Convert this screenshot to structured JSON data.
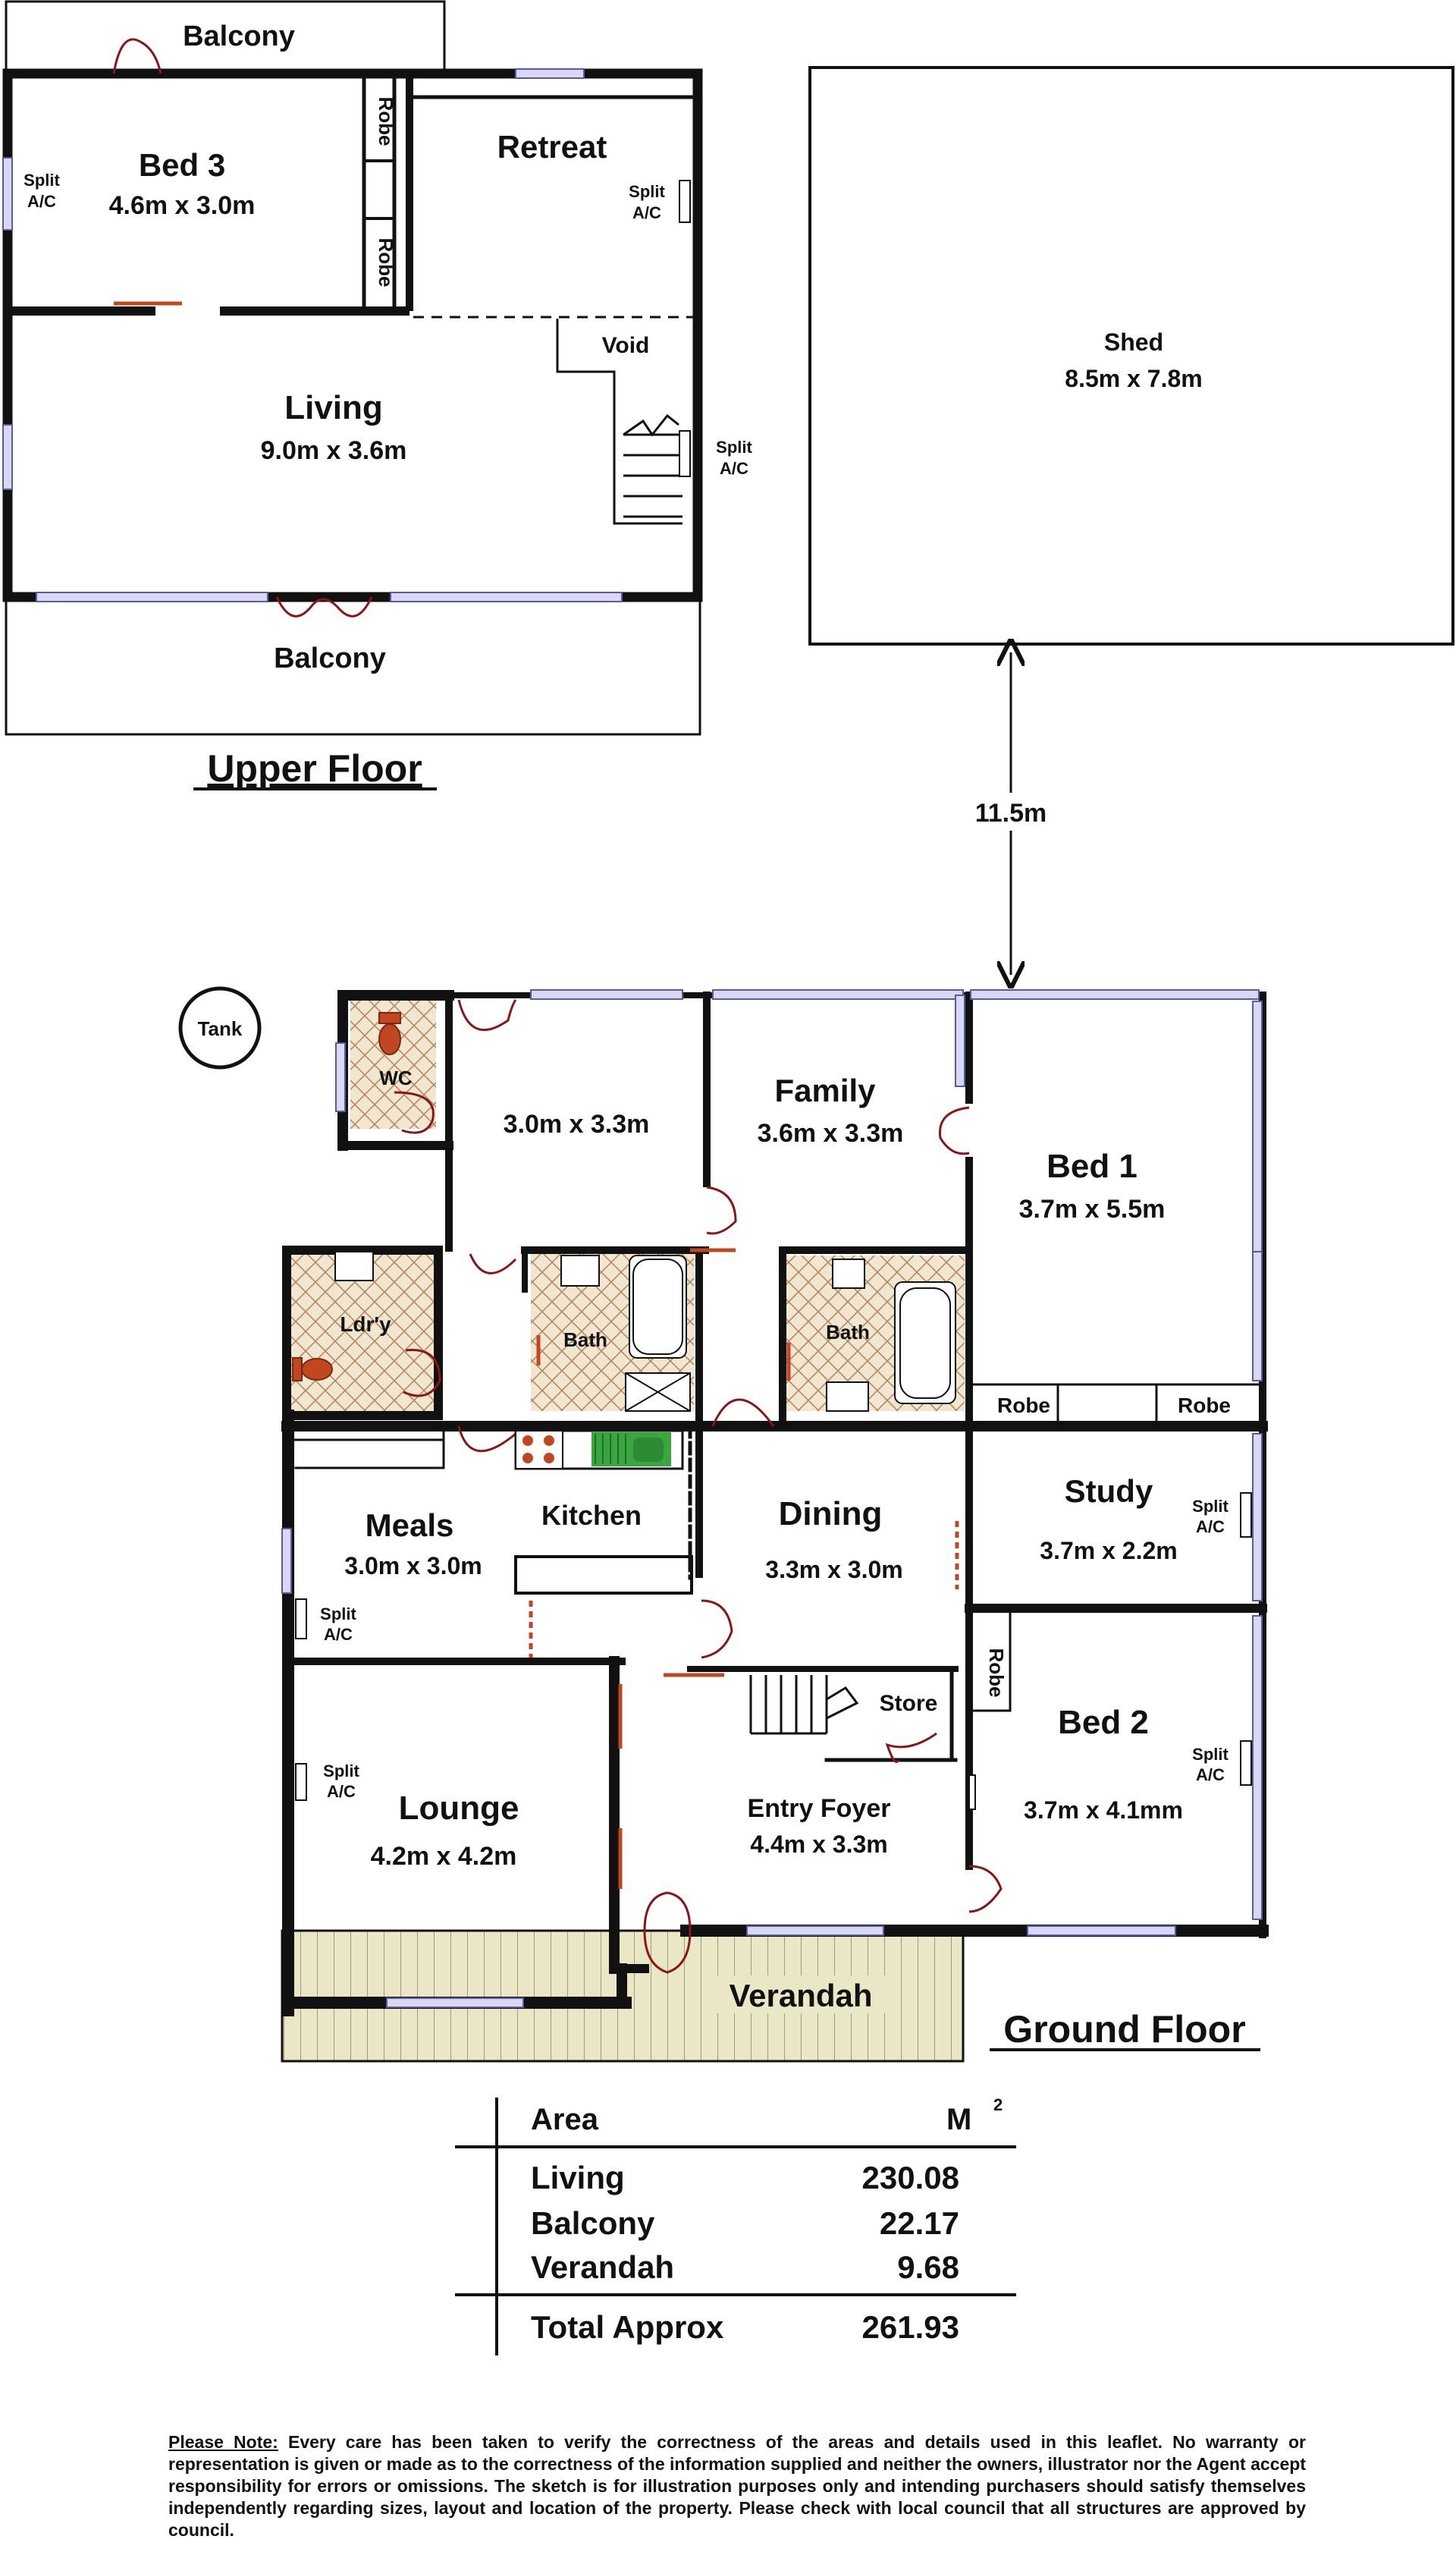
{
  "upper": {
    "heading": "Upper Floor",
    "balcony_top": "Balcony",
    "balcony_bottom": "Balcony",
    "bed3": {
      "name": "Bed 3",
      "size": "4.6m x 3.0m"
    },
    "retreat": {
      "name": "Retreat"
    },
    "living": {
      "name": "Living",
      "size": "9.0m x 3.6m"
    },
    "void": "Void",
    "robe": "Robe",
    "split": "Split",
    "ac": "A/C"
  },
  "shed": {
    "name": "Shed",
    "size": "8.5m x 7.8m"
  },
  "distance": "11.5m",
  "ground": {
    "heading": "Ground Floor",
    "tank": "Tank",
    "wc": "WC",
    "room_a_size": "3.0m x 3.3m",
    "family": {
      "name": "Family",
      "size": "3.6m x 3.3m"
    },
    "bed1": {
      "name": "Bed 1",
      "size": "3.7m x 5.5m"
    },
    "laundry": "Ldr'y",
    "bath": "Bath",
    "robe": "Robe",
    "meals": {
      "name": "Meals",
      "size": "3.0m x 3.0m"
    },
    "kitchen": "Kitchen",
    "dining": {
      "name": "Dining",
      "size": "3.3m x 3.0m"
    },
    "study": {
      "name": "Study",
      "size": "3.7m x 2.2m"
    },
    "store": "Store",
    "bed2": {
      "name": "Bed 2",
      "size": "3.7m x 4.1mm"
    },
    "lounge": {
      "name": "Lounge",
      "size": "4.2m x 4.2m"
    },
    "foyer": {
      "name": "Entry Foyer",
      "size": "4.4m x 3.3m"
    },
    "verandah": "Verandah",
    "split": "Split",
    "ac": "A/C"
  },
  "area_table": {
    "header_label": "Area",
    "header_unit": "M",
    "header_sup": "2",
    "rows": [
      {
        "label": "Living",
        "value": "230.08"
      },
      {
        "label": "Balcony",
        "value": "22.17"
      },
      {
        "label": "Verandah",
        "value": "9.68"
      }
    ],
    "total_label": "Total Approx",
    "total_value": "261.93"
  },
  "disclaimer": {
    "heading": "Please Note:",
    "text": " Every care has been taken to verify the correctness of the areas and details used in this leaflet. No warranty or representation is given or made as to the correctness of the information supplied and neither the owners, illustrator nor the Agent accept responsibility for errors or omissions. The sketch is for illustration purposes only and intending purchasers should satisfy themselves independently regarding sizes, layout and location of the property. Please check with local council that all structures are approved by council."
  },
  "colors": {
    "wall": "#111111",
    "window": "#d9d8f2",
    "window_edge": "#5a5aa0",
    "door_swing": "#8a1616",
    "fixture": "#c0471f",
    "wet_tile": "#e9dcc5",
    "verandah": "#e6e4c2",
    "kitchen_sink": "#3aa640"
  }
}
